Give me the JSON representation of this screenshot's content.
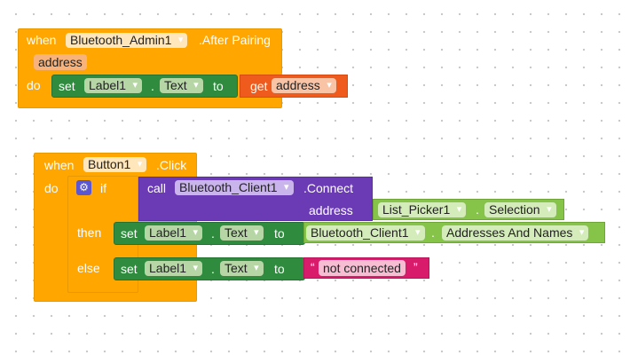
{
  "block1": {
    "when": "when",
    "component": "Bluetooth_Admin1",
    "event": ".After Pairing",
    "param": "address",
    "do": "do",
    "set": "set",
    "target": "Label1",
    "property": "Text",
    "to": "to",
    "get": "get",
    "get_var": "address"
  },
  "block2": {
    "when": "when",
    "component": "Button1",
    "event": ".Click",
    "do": "do",
    "if": "if",
    "call": "call",
    "call_component": "Bluetooth_Client1",
    "method": ".Connect",
    "arg_label": "address",
    "list_picker": "List_Picker1",
    "selection": "Selection",
    "then": "then",
    "then_set": "set",
    "then_target": "Label1",
    "then_property": "Text",
    "then_to": "to",
    "client": "Bluetooth_Client1",
    "addresses": "Addresses And Names",
    "else": "else",
    "else_set": "set",
    "else_target": "Label1",
    "else_property": "Text",
    "else_to": "to",
    "quote_open": "“",
    "text_value": "not connected",
    "quote_close": "”"
  }
}
